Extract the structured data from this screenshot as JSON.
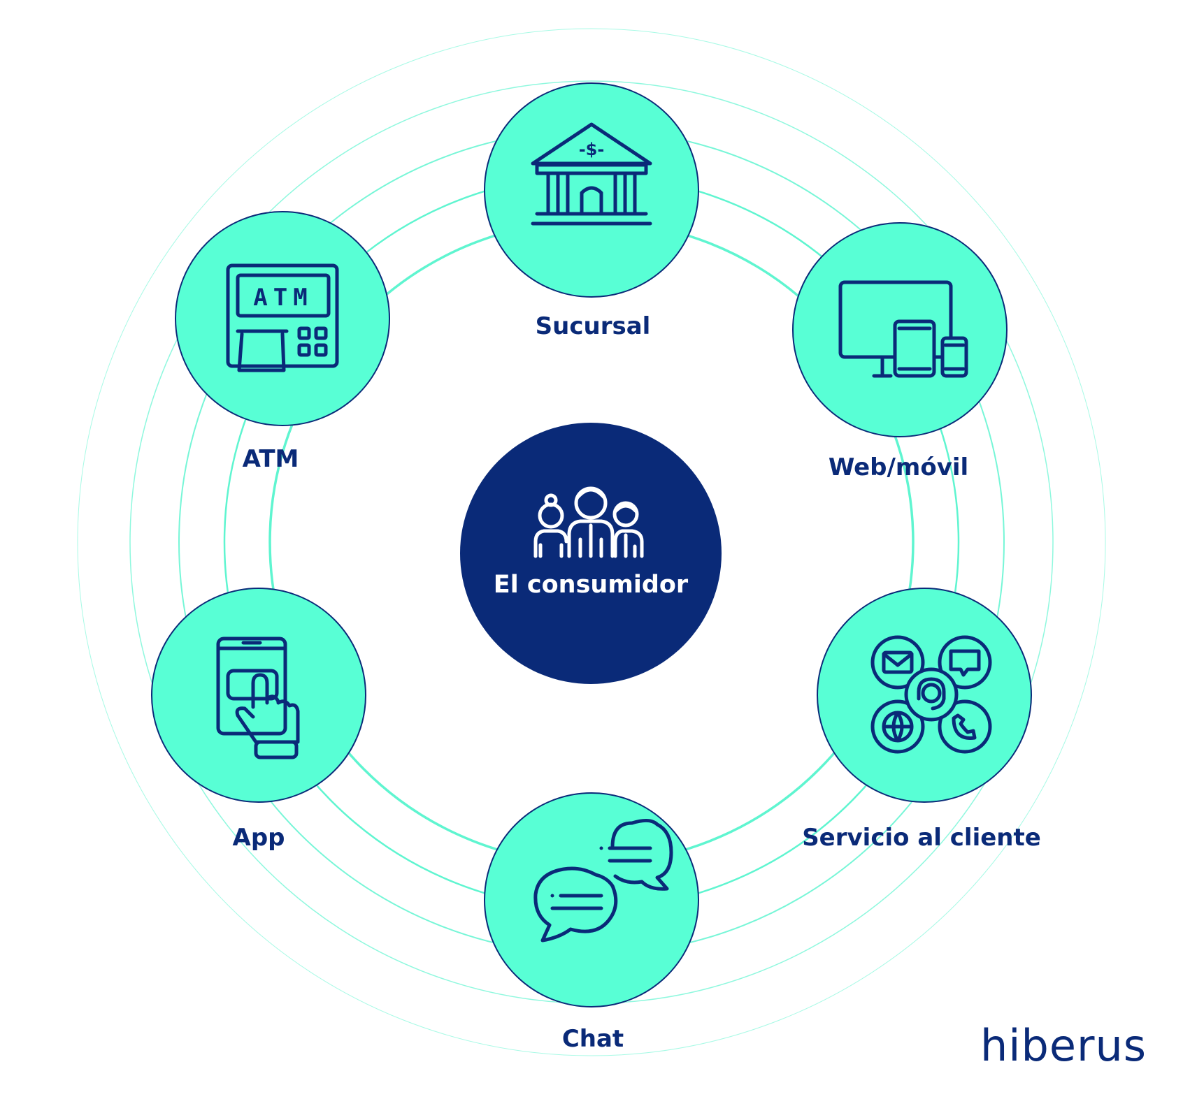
{
  "center": {
    "label": "El consumidor",
    "icon": "consumer-group-icon"
  },
  "nodes": [
    {
      "id": "sucursal",
      "label": "Sucursal",
      "icon": "bank-icon"
    },
    {
      "id": "web-movil",
      "label": "Web/móvil",
      "icon": "devices-icon"
    },
    {
      "id": "servicio",
      "label": "Servicio al cliente",
      "icon": "customer-service-icon"
    },
    {
      "id": "chat",
      "label": "Chat",
      "icon": "chat-bubbles-icon"
    },
    {
      "id": "app",
      "label": "App",
      "icon": "tablet-touch-icon"
    },
    {
      "id": "atm",
      "label": "ATM",
      "icon": "atm-machine-icon"
    }
  ],
  "atm_screen_text": "ATM",
  "brand": {
    "logo_text": "hiberus"
  },
  "colors": {
    "navy": "#0a2a78",
    "mint": "#58ffd5",
    "ring": "#5ff5d0",
    "white": "#ffffff"
  }
}
